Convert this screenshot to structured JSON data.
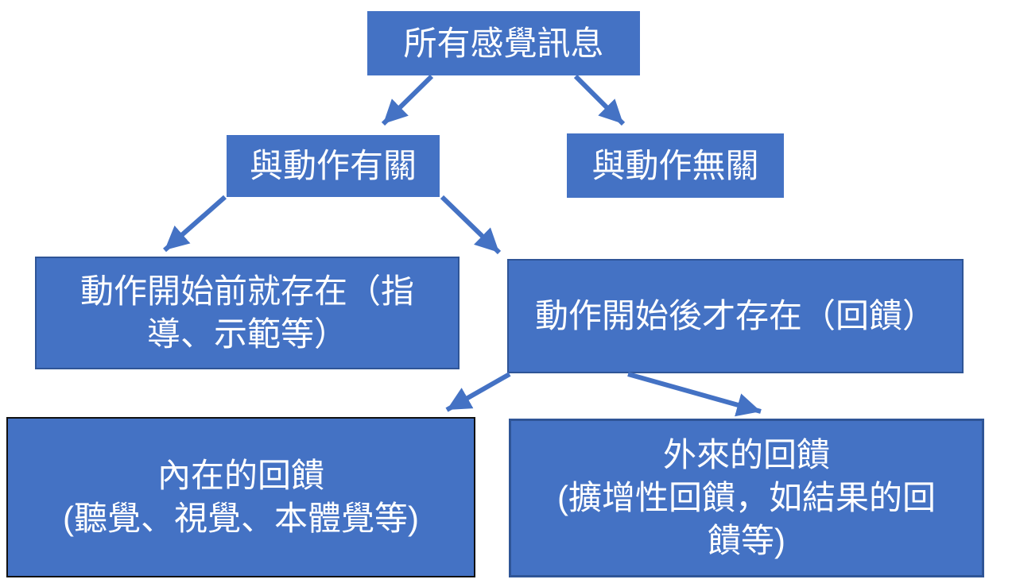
{
  "diagram": {
    "background_color": "#ffffff",
    "node_fill_color": "#4472C4",
    "node_text_color": "#ffffff",
    "dark_border_color": "#2F5597",
    "black_border_color": "#111111",
    "arrow_color": "#4472C4",
    "nodes": {
      "all_sensory_info": {
        "lines": [
          "所有感覺訊息"
        ]
      },
      "movement_related": {
        "lines": [
          "與動作有關"
        ]
      },
      "movement_unrelated": {
        "lines": [
          "與動作無關"
        ]
      },
      "exists_before_action": {
        "lines": [
          "動作開始前就存在（指",
          "導、示範等）"
        ]
      },
      "exists_after_action": {
        "lines": [
          "動作開始後才存在（回饋）"
        ]
      },
      "intrinsic_feedback": {
        "lines": [
          "內在的回饋",
          "(聽覺、視覺、本體覺等)"
        ]
      },
      "extrinsic_feedback": {
        "lines": [
          "外來的回饋",
          "(擴增性回饋，如結果的回",
          "饋等)"
        ]
      }
    },
    "edges": [
      {
        "from": "all_sensory_info",
        "to": "movement_related"
      },
      {
        "from": "all_sensory_info",
        "to": "movement_unrelated"
      },
      {
        "from": "movement_related",
        "to": "exists_before_action"
      },
      {
        "from": "movement_related",
        "to": "exists_after_action"
      },
      {
        "from": "exists_after_action",
        "to": "intrinsic_feedback"
      },
      {
        "from": "exists_after_action",
        "to": "extrinsic_feedback"
      }
    ]
  }
}
